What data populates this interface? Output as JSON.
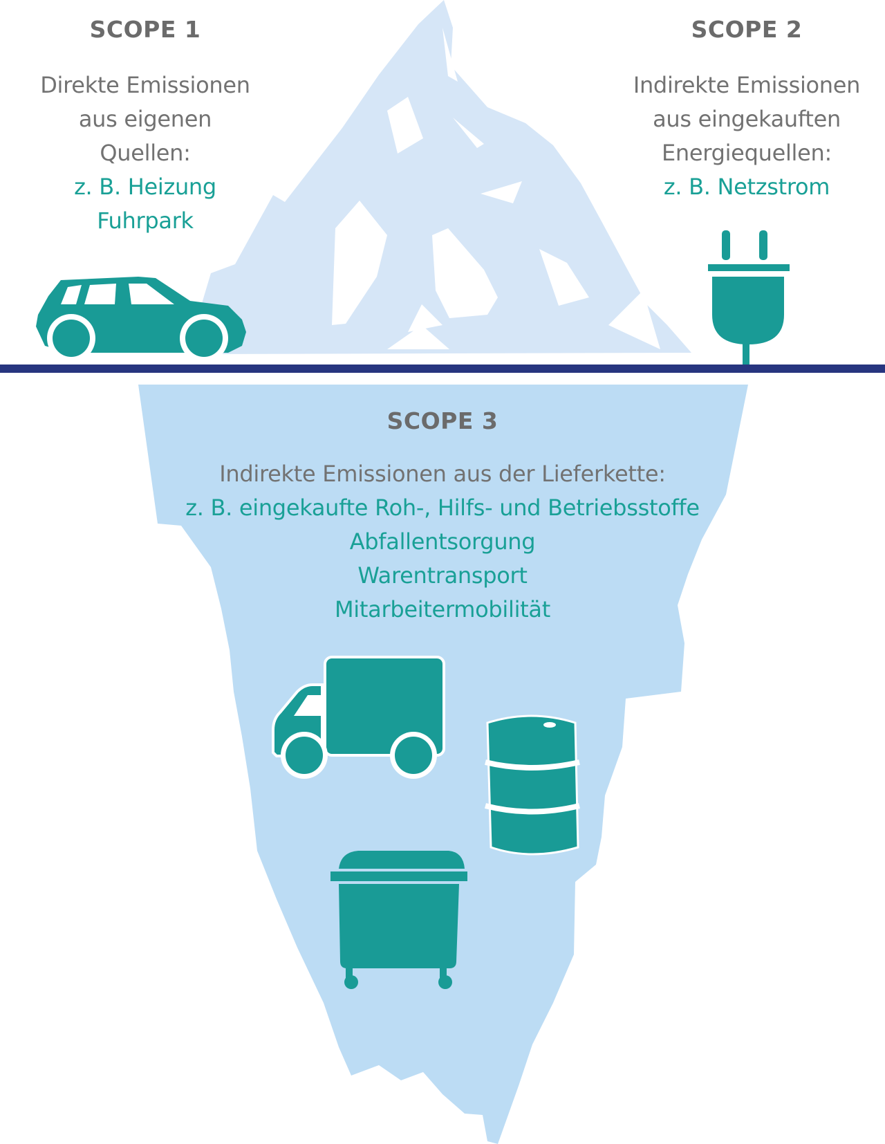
{
  "scope1": {
    "title": "SCOPE 1",
    "description": [
      "Direkte Emissionen",
      "aus eigenen",
      "Quellen:"
    ],
    "examples": [
      "z. B. Heizung",
      "Fuhrpark"
    ]
  },
  "scope2": {
    "title": "SCOPE 2",
    "description": [
      "Indirekte Emissionen",
      "aus eingekauften",
      "Energiequellen:"
    ],
    "examples": [
      "z. B. Netzstrom"
    ]
  },
  "scope3": {
    "title": "SCOPE 3",
    "description": [
      "Indirekte Emissionen aus der Lieferkette:"
    ],
    "examples": [
      "z. B. eingekaufte Roh-, Hilfs- und Betriebsstoffe",
      "Abfallentsorgung",
      "Warentransport",
      "Mitarbeitermobilität"
    ]
  },
  "icons": [
    "car-icon",
    "plug-icon",
    "truck-icon",
    "barrel-icon",
    "waste-container-icon"
  ],
  "colors": {
    "iceberg_top": "#d6e6f7",
    "iceberg_bottom": "#bcdcf4",
    "waterline": "#27357f",
    "icon_teal": "#199b96",
    "text_teal": "#19a096",
    "text_gray": "#727272",
    "title_gray": "#6b6b6b"
  }
}
